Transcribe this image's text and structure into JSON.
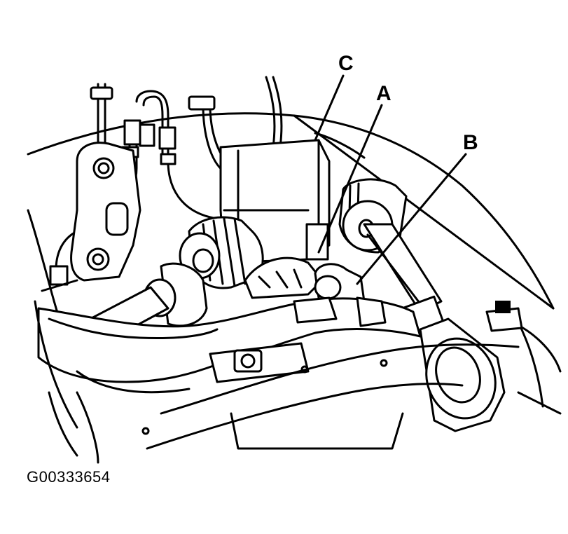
{
  "callouts": {
    "a": "A",
    "b": "B",
    "c": "C"
  },
  "figure_id": "G00333654",
  "colors": {
    "ink": "#000000",
    "background": "#ffffff"
  }
}
